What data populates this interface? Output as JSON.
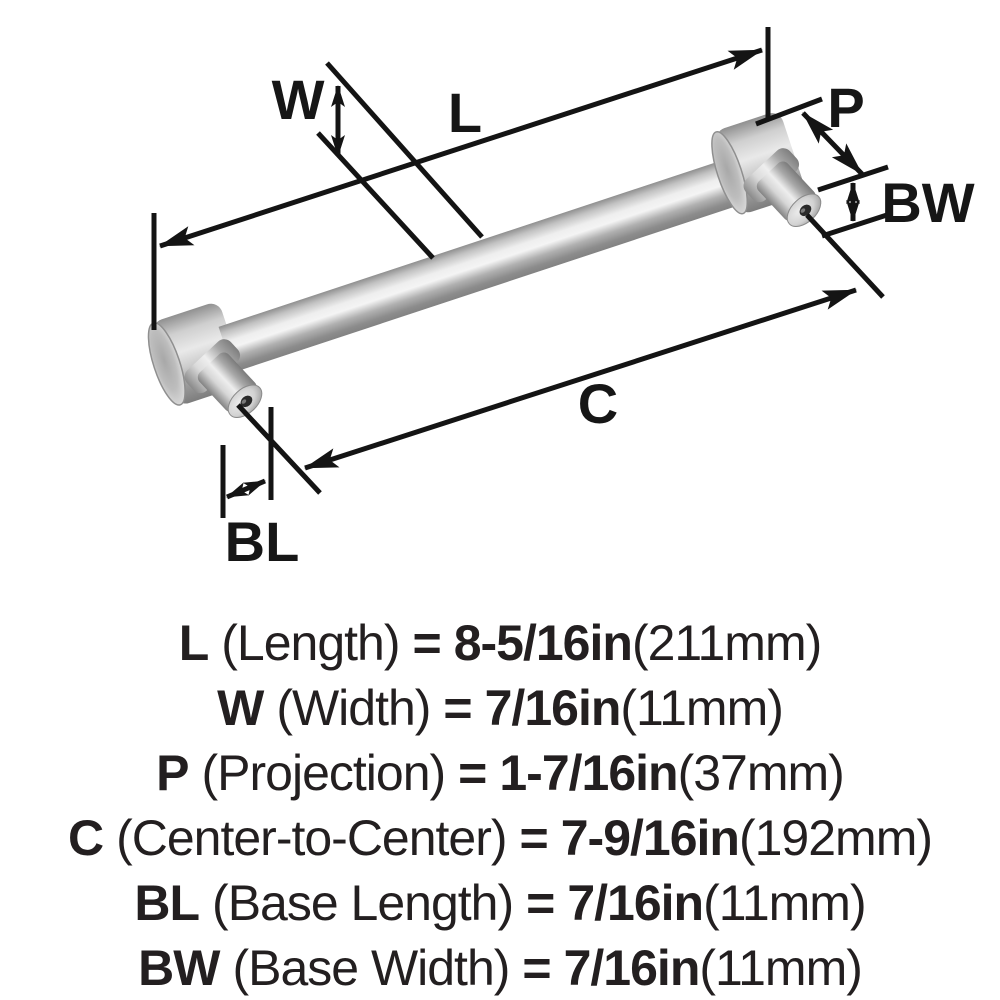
{
  "diagram": {
    "labels": {
      "length": "L",
      "width": "W",
      "projection": "P",
      "center_to_center": "C",
      "base_length": "BL",
      "base_width": "BW"
    }
  },
  "specs": [
    {
      "key": "L",
      "name": "(Length)",
      "eq": "=",
      "value": "8-5/16in",
      "metric": "(211mm)"
    },
    {
      "key": "W",
      "name": "(Width)",
      "eq": "=",
      "value": "7/16in",
      "metric": "(11mm)"
    },
    {
      "key": "P",
      "name": "(Projection)",
      "eq": "=",
      "value": "1-7/16in",
      "metric": "(37mm)"
    },
    {
      "key": "C",
      "name": "(Center-to-Center)",
      "eq": "=",
      "value": "7-9/16in",
      "metric": "(192mm)"
    },
    {
      "key": "BL",
      "name": "(Base Length)",
      "eq": "=",
      "value": "7/16in",
      "metric": "(11mm)"
    },
    {
      "key": "BW",
      "name": "(Base Width)",
      "eq": "=",
      "value": "7/16in",
      "metric": "(11mm)"
    }
  ],
  "colors": {
    "line": "#141414",
    "text": "#231f20",
    "metal_light": "#f4f4f4",
    "metal_dark": "#7d7d7d",
    "background": "#ffffff"
  }
}
